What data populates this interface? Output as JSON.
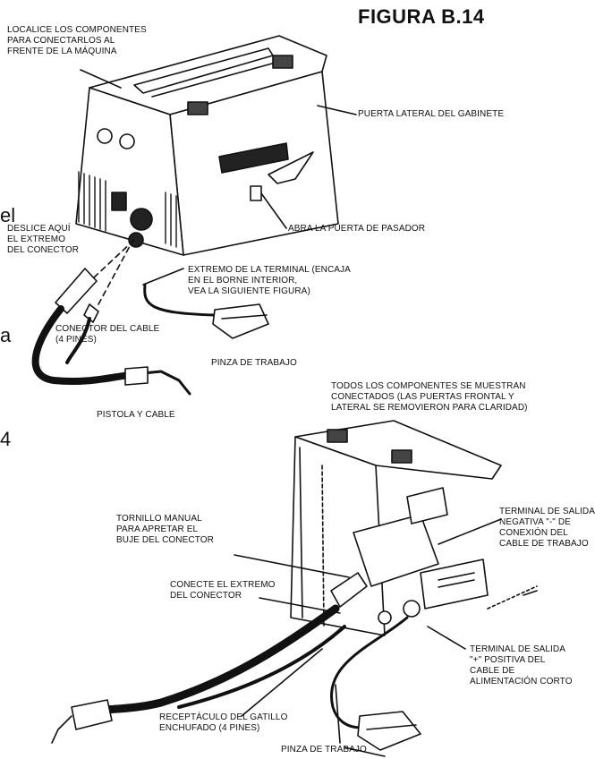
{
  "figure": {
    "title": "FIGURA B.14"
  },
  "top_labels": {
    "locate": [
      "LOCALICE LOS COMPONENTES",
      "PARA CONECTARLOS AL",
      "FRENTE DE LA MÁQUINA"
    ],
    "side_door": [
      "PUERTA LATERAL DEL GABINETE"
    ],
    "latch_door": [
      "ABRA LA PUERTA DE PASADOR"
    ],
    "slide": [
      "DESLICE AQUÍ",
      "EL EXTREMO",
      "DEL CONECTOR"
    ],
    "terminal_end": [
      "EXTREMO DE LA TERMINAL (ENCAJA",
      "EN EL BORNE INTERIOR,",
      "VEA LA SIGUIENTE FIGURA)"
    ],
    "cable_connector": [
      "CONECTOR DEL CABLE",
      "(4 PINES)"
    ],
    "work_clamp": [
      "PINZA DE TRABAJO"
    ],
    "gun_cable": [
      "PISTOLA Y CABLE"
    ]
  },
  "bottom_labels": {
    "all_components": [
      "TODOS LOS COMPONENTES SE MUESTRAN",
      "CONECTADOS (LAS PUERTAS FRONTAL Y",
      "LATERAL SE REMOVIERON PARA CLARIDAD)"
    ],
    "negative_terminal": [
      "TERMINAL DE SALIDA",
      "NEGATIVA \"-\" DE",
      "CONEXIÓN DEL",
      "CABLE DE TRABAJO"
    ],
    "thumb_screw": [
      "TORNILLO MANUAL",
      "PARA APRETAR EL",
      "BUJE DEL CONECTOR"
    ],
    "connect_end": [
      "CONECTE EL EXTREMO",
      "DEL CONECTOR"
    ],
    "positive_terminal": [
      "TERMINAL DE SALIDA",
      "\"+\" POSITIVA DEL",
      "CABLE DE",
      "ALIMENTACIÓN CORTO"
    ],
    "trigger_receptacle": [
      "RECEPTÁCULO DEL GATILLO",
      "ENCHUFADO (4 PINES)"
    ],
    "work_clamp": [
      "PINZA DE TRABAJO"
    ]
  },
  "edge_text": {
    "el": "el",
    "a": "a",
    "four": "4"
  }
}
